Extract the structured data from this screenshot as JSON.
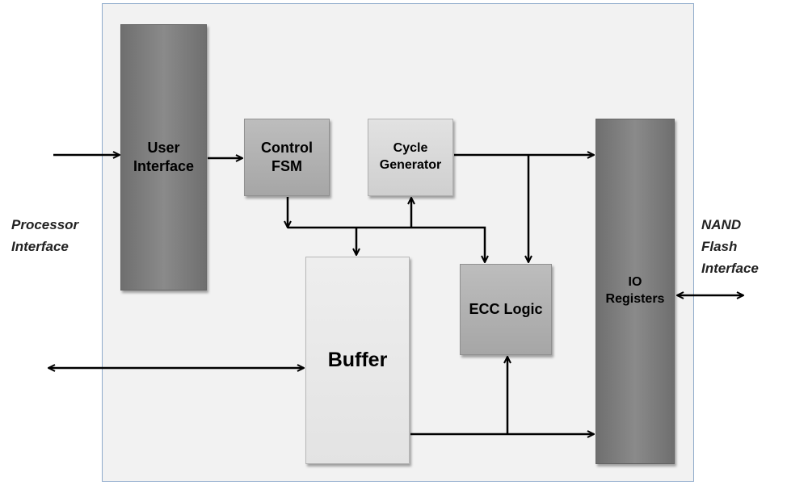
{
  "blocks": {
    "user_interface": "User\nInterface",
    "control_fsm": "Control\nFSM",
    "cycle_generator": "Cycle\nGenerator",
    "io_registers": "IO\nRegisters",
    "ecc_logic": "ECC Logic",
    "buffer": "Buffer"
  },
  "labels": {
    "processor_interface": "Processor\nInterface",
    "nand_flash_interface": "NAND\nFlash\nInterface"
  }
}
